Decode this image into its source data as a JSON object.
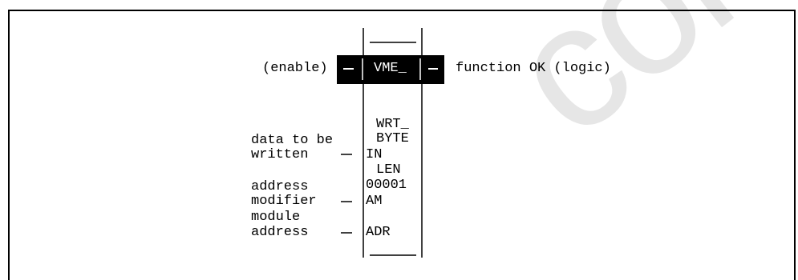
{
  "block": {
    "name": "VME_",
    "function_line1": "WRT_",
    "function_line2": "BYTE",
    "len_label": "LEN",
    "len_value": "00001",
    "pins": {
      "in": "IN",
      "am": "AM",
      "adr": "ADR"
    }
  },
  "labels": {
    "enable": "(enable)",
    "ok_output": "function OK (logic)",
    "data_line1": "data to be",
    "data_line2": "written",
    "am_line1": "address",
    "am_line2": "modifier",
    "adr_line1": "module",
    "adr_line2": "address"
  },
  "watermark": "com",
  "colors": {
    "line": "#000000",
    "highlight": "#000000",
    "watermark": "#e6e6e6"
  }
}
